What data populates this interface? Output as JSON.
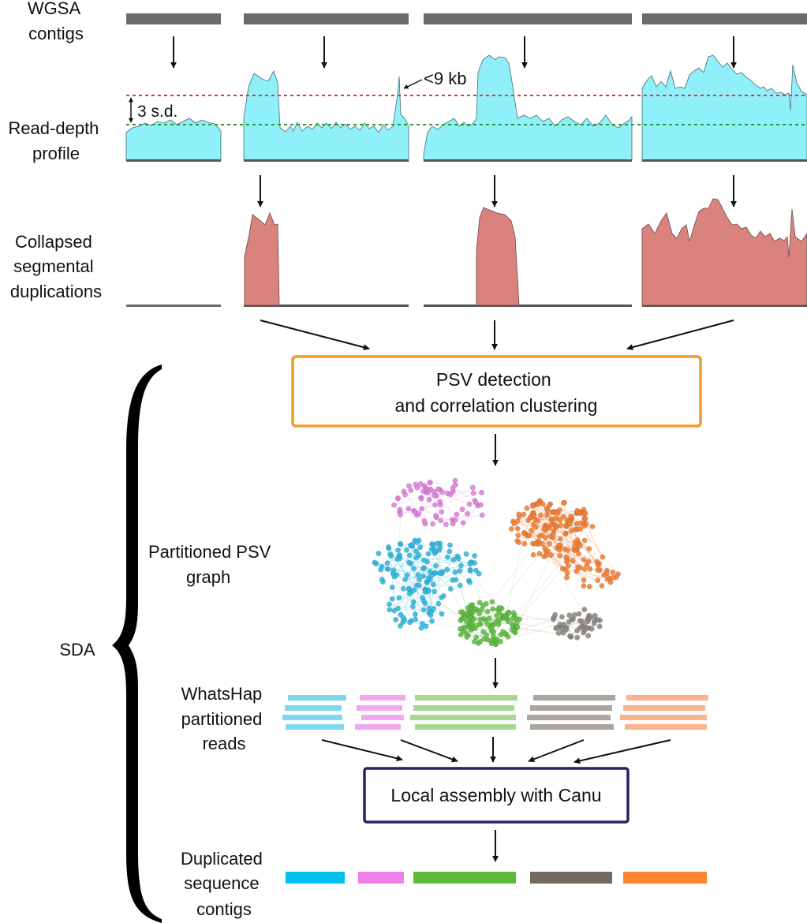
{
  "labels": {
    "wgsa_contigs": [
      "WGSA",
      "contigs"
    ],
    "read_depth_profile": [
      "Read-depth",
      "profile"
    ],
    "collapsed_segdups": [
      "Collapsed",
      "segmental",
      "duplications"
    ],
    "sd_annotation": "3 s.d.",
    "size_annotation": "<9 kb",
    "psv_graph": [
      "Partitioned PSV",
      "graph"
    ],
    "sda": "SDA",
    "whatshap_reads": [
      "WhatsHap",
      "partitioned",
      "reads"
    ],
    "duplicated_contigs": [
      "Duplicated",
      "sequence",
      "contigs"
    ]
  },
  "boxes": {
    "psv_detection": [
      "PSV detection",
      "and correlation clustering"
    ],
    "local_assembly": "Local assembly with Canu"
  },
  "colors": {
    "contig_bar": "#6b6b6b",
    "read_depth_fill": "#8ff0fa",
    "segdup_fill": "#d9827e",
    "threshold_line": "#d93a3a",
    "mean_line": "#2a9a2a",
    "psv_box_border": "#f29a2e",
    "canu_box_border": "#242466",
    "clusters": {
      "cyan": "#27b6e0",
      "magenta": "#e07ade",
      "green": "#5cbc3c",
      "gray": "#8a847e",
      "orange": "#f47b2e"
    },
    "reads": {
      "cyan": "#7fd8f0",
      "magenta": "#f2a8ee",
      "green": "#a8d890",
      "gray": "#aba59f",
      "orange": "#f9b48e"
    },
    "final_contigs": {
      "cyan": "#00c2ee",
      "magenta": "#ee7fe8",
      "green": "#5dbd3a",
      "gray": "#726960",
      "orange": "#fd8531"
    }
  }
}
